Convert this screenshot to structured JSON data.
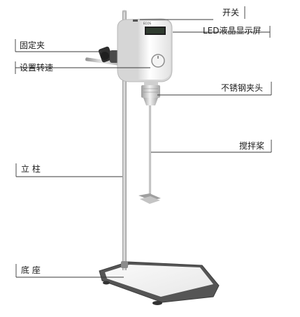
{
  "labels": {
    "switch": "开关",
    "lcd": "LED液晶显示屏",
    "clamp": "固定夹",
    "speed": "设置转速",
    "chuck": "不锈钢夹头",
    "paddle": "搅拌桨",
    "pole": "立 柱",
    "base": "底 座"
  },
  "device": {
    "brand_text": "ECOS"
  }
}
